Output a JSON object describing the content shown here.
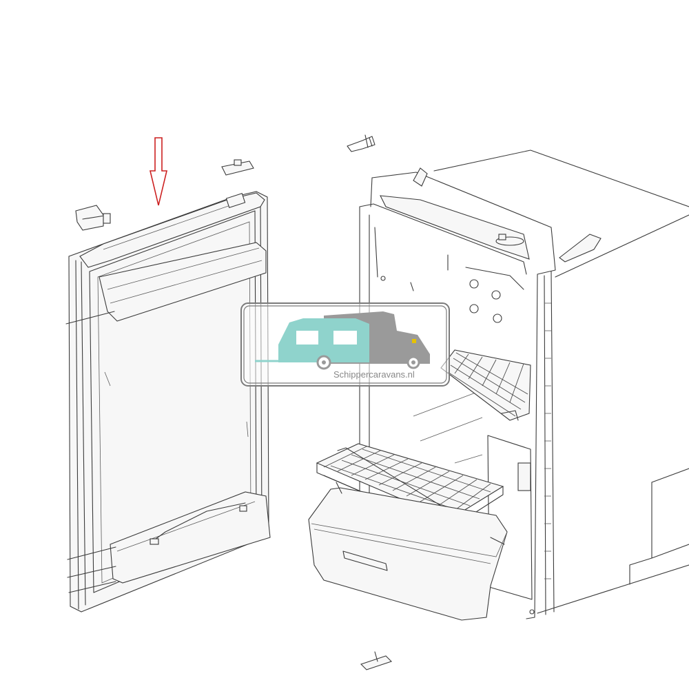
{
  "watermark": {
    "text": "Schippercaravans.nl",
    "caravan_color": "#8fd3cc",
    "motorhome_color": "#9a9a9a",
    "frame_color": "#7a7a7a"
  },
  "indicator_arrow": {
    "color": "#cc1f1f",
    "direction": "down",
    "target": "door top trim"
  },
  "parts": {
    "door": "fridge door with top trim, door shelves and bottom bin",
    "cabinet": "fridge cabinet with freezer compartment, wire shelves and crisper drawer",
    "hinges": [
      "top hinge left",
      "top hinge right",
      "cabinet top hinge",
      "bottom hinge"
    ]
  }
}
